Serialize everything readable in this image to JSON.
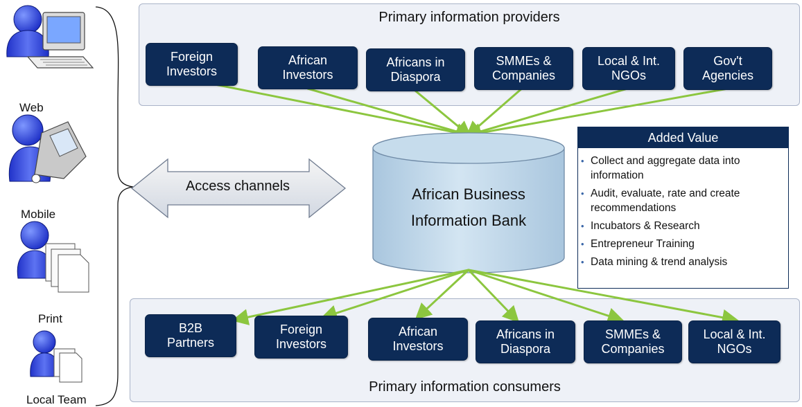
{
  "channels": [
    {
      "name": "web-channel",
      "label": "Web",
      "icon": "computer-user-icon"
    },
    {
      "name": "mobile-channel",
      "label": "Mobile",
      "icon": "mobile-user-icon"
    },
    {
      "name": "print-channel",
      "label": "Print",
      "icon": "print-user-icon"
    },
    {
      "name": "local-team-channel",
      "label": "Local Team",
      "icon": "local-team-user-icon"
    }
  ],
  "access_label": "Access channels",
  "providers": {
    "title": "Primary information providers",
    "items": [
      "Foreign\nInvestors",
      "African\nInvestors",
      "Africans in\nDiaspora",
      "SMMEs &\nCompanies",
      "Local & Int.\nNGOs",
      "Gov't\nAgencies"
    ]
  },
  "bank": {
    "line1": "African Business",
    "line2": "Information Bank"
  },
  "added_value": {
    "title": "Added Value",
    "items": [
      "Collect and aggregate data into information",
      "Audit, evaluate, rate and create recommendations",
      "Incubators & Research",
      "Entrepreneur Training",
      "Data mining & trend analysis"
    ]
  },
  "consumers": {
    "title": "Primary information consumers",
    "items": [
      "B2B\nPartners",
      "Foreign\nInvestors",
      "African\nInvestors",
      "Africans in\nDiaspora",
      "SMMEs &\nCompanies",
      "Local & Int.\nNGOs"
    ]
  },
  "colors": {
    "entity_fill": "#0d2b57",
    "arrow": "#8cc63f",
    "db_fill": "#c6dcec",
    "panel_fill": "#eef1f7"
  }
}
